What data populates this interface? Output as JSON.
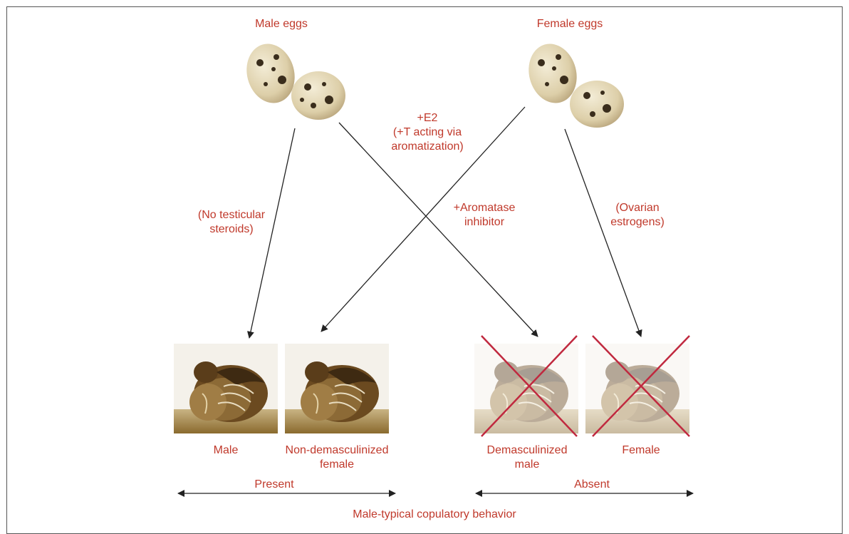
{
  "colors": {
    "label": "#c0392b",
    "cross": "#c0293f",
    "line": "#222222"
  },
  "eggs": {
    "male_title": "Male eggs",
    "female_title": "Female eggs"
  },
  "treatments": {
    "male_control": "(No testicular\nsteroids)",
    "male_to_demasc": "+E2\n(+T acting via\naromatization)",
    "female_to_nondemasc": "+Aromatase\ninhibitor",
    "female_control": "(Ovarian\nestrogens)"
  },
  "outcomes": [
    {
      "label": "Male",
      "crossed": false
    },
    {
      "label": "Non-demasculinized\nfemale",
      "crossed": false
    },
    {
      "label": "Demasculinized\nmale",
      "crossed": true
    },
    {
      "label": "Female",
      "crossed": true
    }
  ],
  "behavior": {
    "present": "Present",
    "absent": "Absent",
    "caption": "Male-typical copulatory behavior"
  }
}
